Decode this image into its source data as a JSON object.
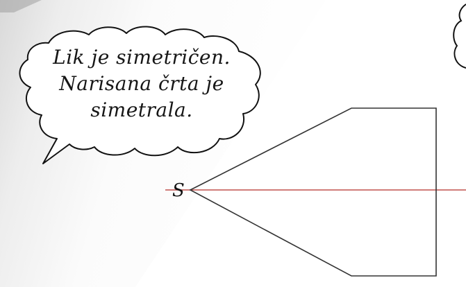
{
  "speech_bubble": {
    "line1": "Lik je simetričen.",
    "line2": "Narisana črta je",
    "line3": "simetrala."
  },
  "figure": {
    "vertex_label": "S",
    "outline_color": "#333333",
    "axis_color": "#c0504d"
  }
}
